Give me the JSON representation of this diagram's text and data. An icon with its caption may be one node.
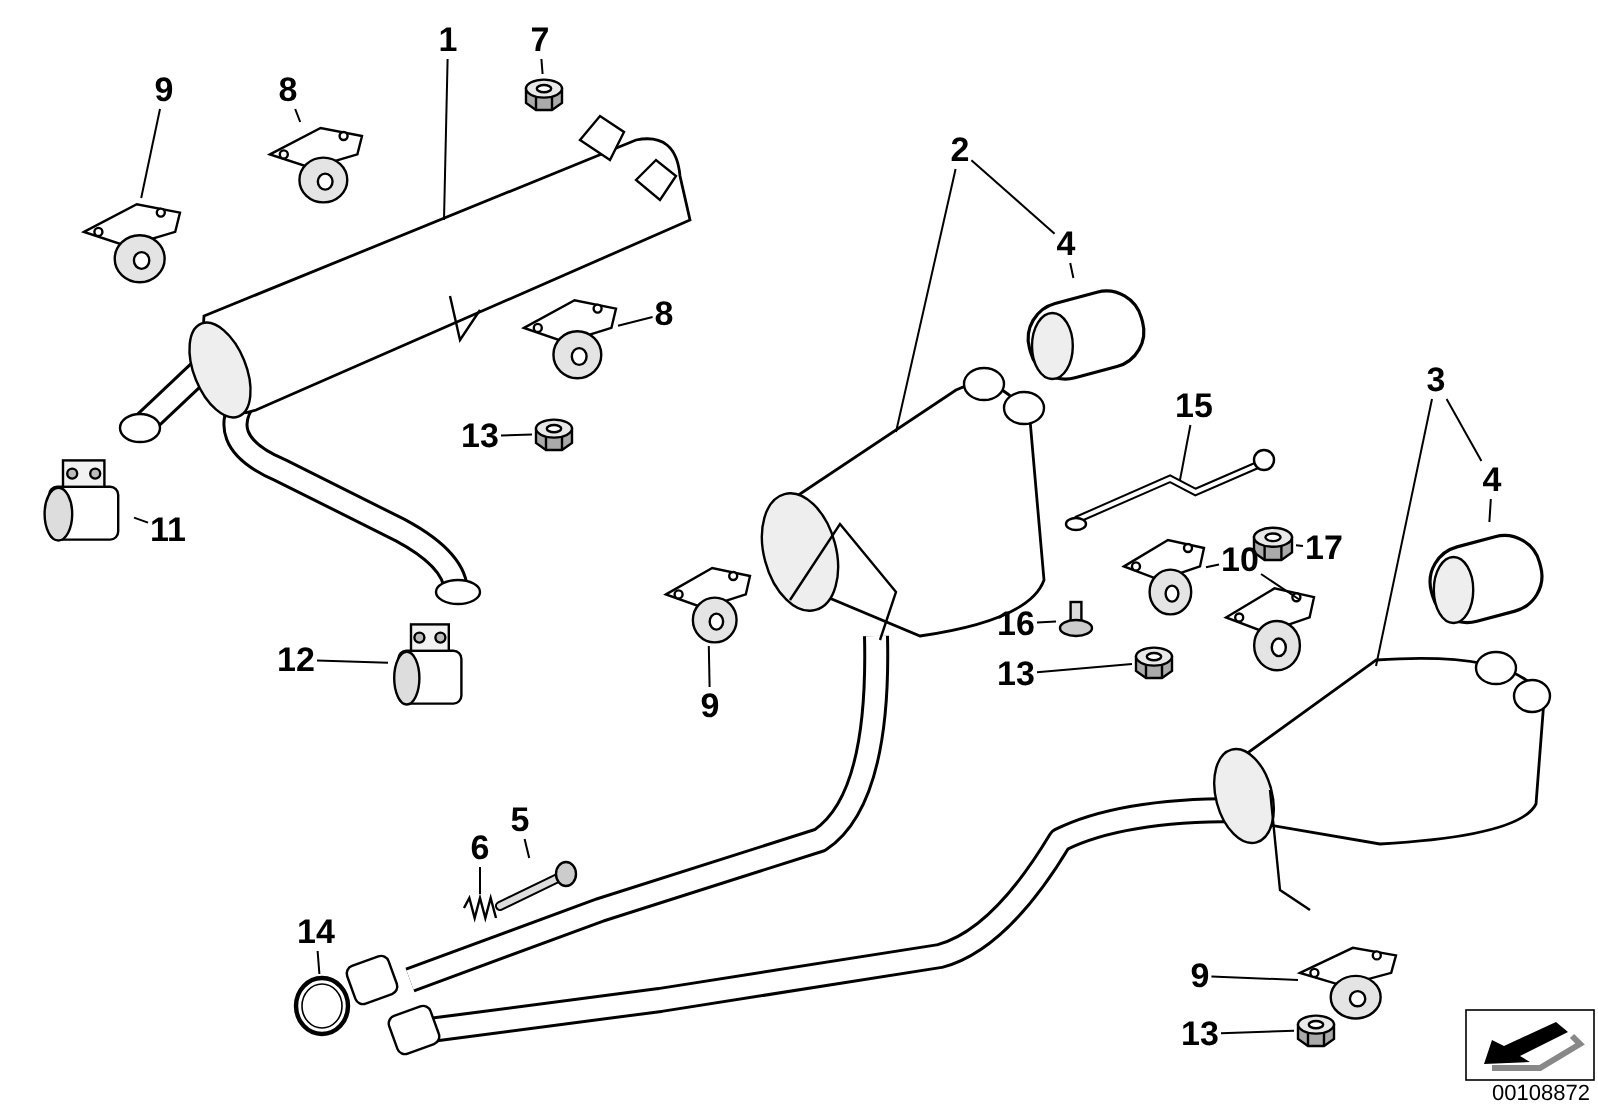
{
  "diagram": {
    "nodes": [
      {
        "text": [
          "1"
        ]
      },
      {
        "text": [
          "7"
        ]
      },
      {
        "text": [
          "9"
        ]
      },
      {
        "text": [
          "8"
        ]
      },
      {
        "text": [
          "2"
        ]
      },
      {
        "text": [
          "4"
        ]
      },
      {
        "text": [
          "8"
        ]
      },
      {
        "text": [
          "3"
        ]
      },
      {
        "text": [
          "15"
        ]
      },
      {
        "text": [
          "13"
        ]
      },
      {
        "text": [
          "4"
        ]
      },
      {
        "text": [
          "17"
        ]
      },
      {
        "text": [
          "11"
        ]
      },
      {
        "text": [
          "10"
        ]
      },
      {
        "text": [
          "16"
        ]
      },
      {
        "text": [
          "12"
        ]
      },
      {
        "text": [
          "13"
        ]
      },
      {
        "text": [
          "9"
        ]
      },
      {
        "text": [
          "5"
        ]
      },
      {
        "text": [
          "6"
        ]
      },
      {
        "text": [
          "14"
        ]
      },
      {
        "text": [
          "9"
        ]
      },
      {
        "text": [
          "13"
        ]
      },
      {
        "text": [],
        "shape": "picture"
      },
      {
        "text": [],
        "shape": "picture"
      },
      {
        "text": [],
        "shape": "picture"
      },
      {
        "text": [],
        "shape": "picture"
      },
      {
        "text": [],
        "shape": "picture"
      },
      {
        "text": [],
        "shape": "picture"
      },
      {
        "text": [],
        "shape": "picture"
      },
      {
        "text": [],
        "shape": "picture"
      },
      {
        "text": [],
        "shape": "picture"
      },
      {
        "text": [],
        "shape": "picture"
      },
      {
        "text": [],
        "shape": "picture"
      },
      {
        "text": [],
        "shape": "picture"
      },
      {
        "text": [],
        "shape": "picture"
      },
      {
        "text": [],
        "shape": "picture"
      },
      {
        "text": [],
        "shape": "picture"
      },
      {
        "text": [],
        "shape": "picture"
      },
      {
        "text": [],
        "shape": "picture"
      },
      {
        "text": [],
        "shape": "picture"
      },
      {
        "text": [],
        "shape": "picture"
      },
      {
        "text": [],
        "shape": "picture"
      },
      {
        "text": [],
        "shape": "picture"
      },
      {
        "text": [],
        "shape": "picture"
      },
      {
        "text": [],
        "shape": "picture"
      },
      {
        "text": [],
        "shape": "picture"
      }
    ],
    "edges": [
      {
        "from": 0,
        "to": 23,
        "arrow": "none"
      },
      {
        "from": 1,
        "to": 24,
        "arrow": "none"
      },
      {
        "from": 2,
        "to": 25,
        "arrow": "none"
      },
      {
        "from": 3,
        "to": 26,
        "arrow": "none"
      },
      {
        "from": 4,
        "to": 27,
        "arrow": "none"
      },
      {
        "from": 4,
        "to": 5,
        "arrow": "none"
      },
      {
        "from": 5,
        "to": 28,
        "arrow": "none"
      },
      {
        "from": 6,
        "to": 29,
        "arrow": "none"
      },
      {
        "from": 7,
        "to": 30,
        "arrow": "none"
      },
      {
        "from": 7,
        "to": 10,
        "arrow": "none"
      },
      {
        "from": 8,
        "to": 31,
        "arrow": "none"
      },
      {
        "from": 9,
        "to": 32,
        "arrow": "none"
      },
      {
        "from": 10,
        "to": 33,
        "arrow": "none"
      },
      {
        "from": 11,
        "to": 34,
        "arrow": "none"
      },
      {
        "from": 12,
        "to": 35,
        "arrow": "none"
      },
      {
        "from": 13,
        "to": 36,
        "arrow": "none"
      },
      {
        "from": 13,
        "to": 37,
        "arrow": "none"
      },
      {
        "from": 14,
        "to": 38,
        "arrow": "none"
      },
      {
        "from": 15,
        "to": 39,
        "arrow": "none"
      },
      {
        "from": 16,
        "to": 40,
        "arrow": "none"
      },
      {
        "from": 17,
        "to": 41,
        "arrow": "none"
      },
      {
        "from": 18,
        "to": 42,
        "arrow": "none"
      },
      {
        "from": 19,
        "to": 43,
        "arrow": "none"
      },
      {
        "from": 20,
        "to": 44,
        "arrow": "none"
      },
      {
        "from": 21,
        "to": 45,
        "arrow": "none"
      },
      {
        "from": 22,
        "to": 46,
        "arrow": "none"
      }
    ],
    "labels": [
      "00108872"
    ]
  }
}
